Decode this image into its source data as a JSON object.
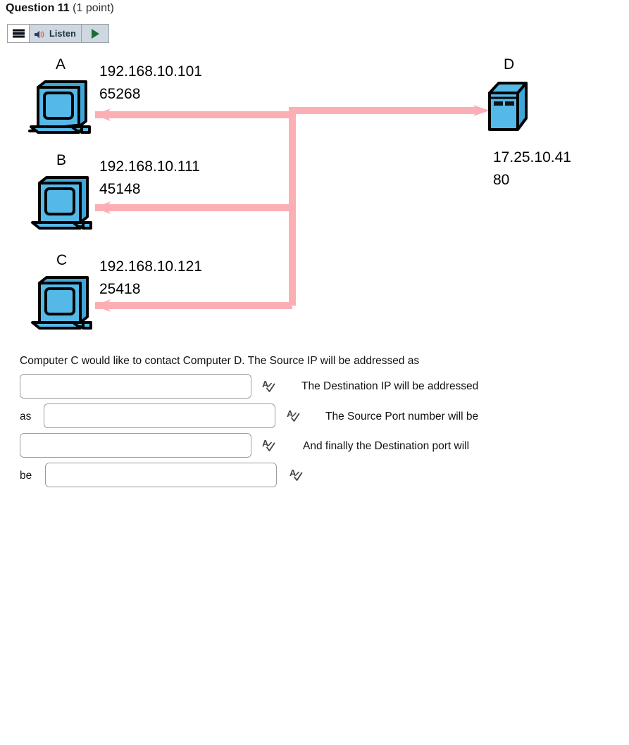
{
  "header": {
    "title": "Question 11",
    "points": "(1 point)"
  },
  "toolbar": {
    "menu_icon": "hamburger-menu-icon",
    "listen_label": "Listen",
    "speaker_icon": "speaker-icon",
    "play_icon": "play-triangle-icon",
    "colors": {
      "button_bg": "#cfd8e0",
      "border": "#9aa0a6",
      "play_green": "#1c6b33",
      "speaker_navy": "#2c3e66",
      "speaker_waves": "#e0645a"
    }
  },
  "diagram": {
    "link_color": "#fbafb4",
    "device_fill": "#55b9e8",
    "device_outline": "#000000",
    "nodes": [
      {
        "id": "A",
        "label": "A",
        "icon": "desktop-computer-icon",
        "ip": "192.168.10.101",
        "port": "65268"
      },
      {
        "id": "B",
        "label": "B",
        "icon": "desktop-computer-icon",
        "ip": "192.168.10.111",
        "port": "45148"
      },
      {
        "id": "C",
        "label": "C",
        "icon": "desktop-computer-icon",
        "ip": "192.168.10.121",
        "port": "25418"
      },
      {
        "id": "D",
        "label": "D",
        "icon": "server-tower-icon",
        "ip": "17.25.10.41",
        "port": "80"
      }
    ]
  },
  "question": {
    "prompt": "Computer C would like to contact Computer D. The Source IP will be addressed as",
    "fragments": {
      "destination_ip": "The Destination IP will be addressed",
      "as": "as",
      "source_port": "The Source Port number will be",
      "destination_port": "And finally the Destination port will",
      "be": "be"
    },
    "inputs": [
      {
        "name": "source-ip-input",
        "value": "",
        "placeholder": ""
      },
      {
        "name": "destination-ip-input",
        "value": "",
        "placeholder": ""
      },
      {
        "name": "source-port-input",
        "value": "",
        "placeholder": ""
      },
      {
        "name": "destination-port-input",
        "value": "",
        "placeholder": ""
      }
    ],
    "spellcheck_icon": "spellcheck-icon"
  }
}
